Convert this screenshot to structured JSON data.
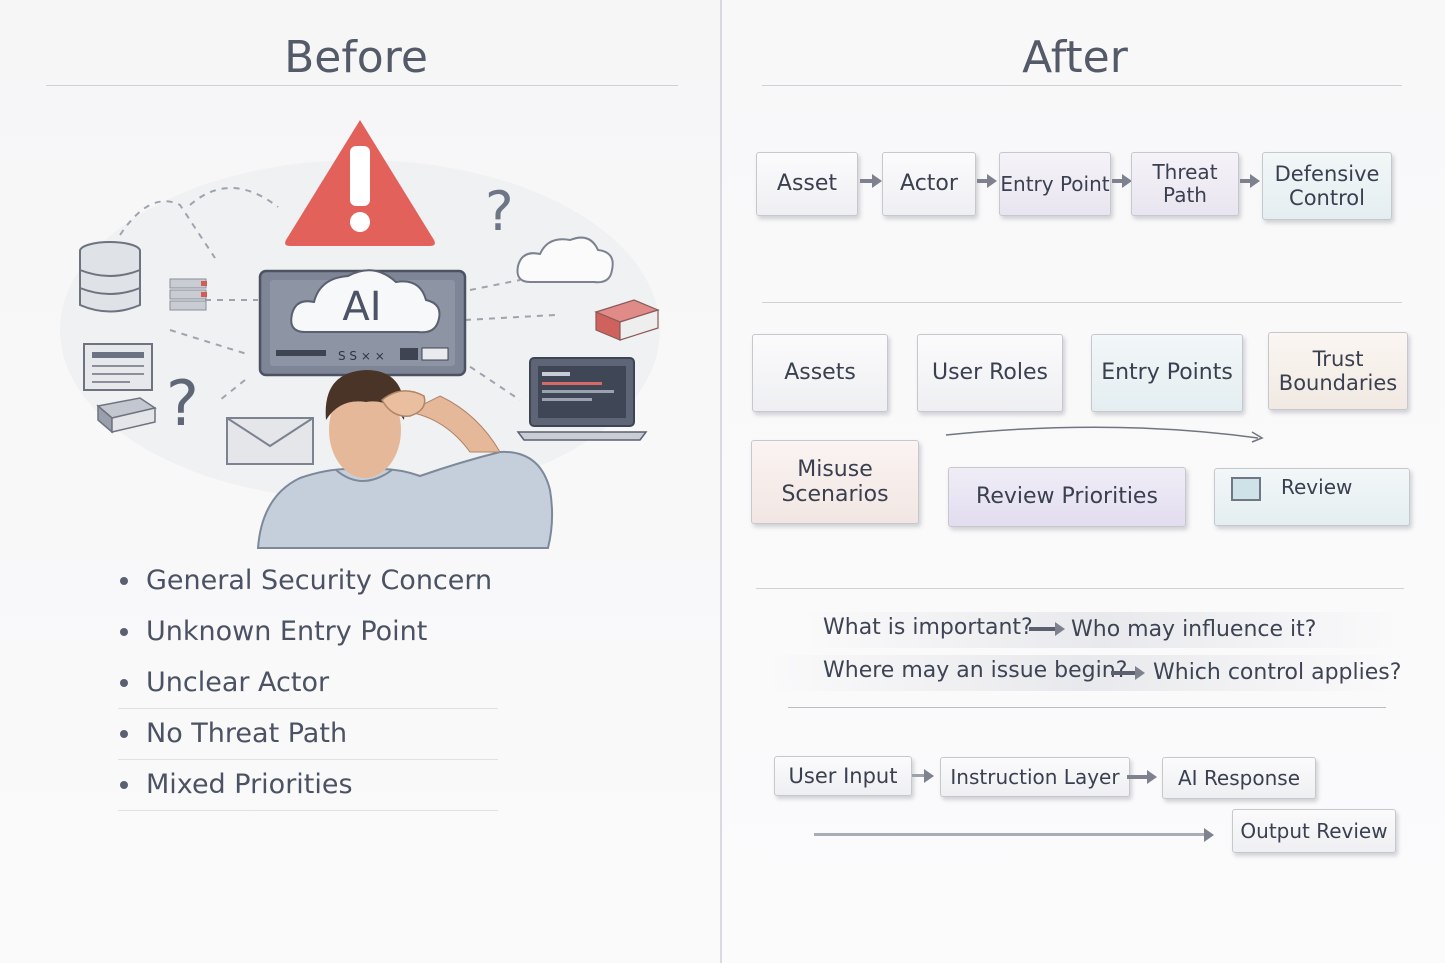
{
  "before": {
    "title": "Before",
    "ai_label": "AI",
    "console_code": "S S ⨯ ⨯",
    "bullets": [
      "General Security Concern",
      "Unknown Entry Point",
      "Unclear Actor",
      "No Threat Path",
      "Mixed Priorities"
    ]
  },
  "after": {
    "title": "After",
    "chain": [
      "Asset",
      "Actor",
      "Entry Point",
      "Threat Path",
      "Defensive Control"
    ],
    "model_boxes": {
      "assets": "Assets",
      "user_roles": "User Roles",
      "entry_points": "Entry Points",
      "trust_boundaries": "Trust Boundaries",
      "misuse_scenarios": "Misuse Scenarios",
      "review_priorities": "Review Priorities",
      "review": "Review"
    },
    "questions": {
      "q1": "What is important?",
      "q2": "Who may influence it?",
      "q3": "Where may an issue begin?",
      "q4": "Which control applies?"
    },
    "flow": {
      "user_input": "User Input",
      "instruction_layer": "Instruction Layer",
      "ai_response": "AI Response",
      "output_review": "Output Review"
    }
  },
  "colors": {
    "warning_red": "#e2615a",
    "text_dark": "#3b4150",
    "box_border": "#c6c8ce",
    "arrow_gray": "#7d828e"
  }
}
